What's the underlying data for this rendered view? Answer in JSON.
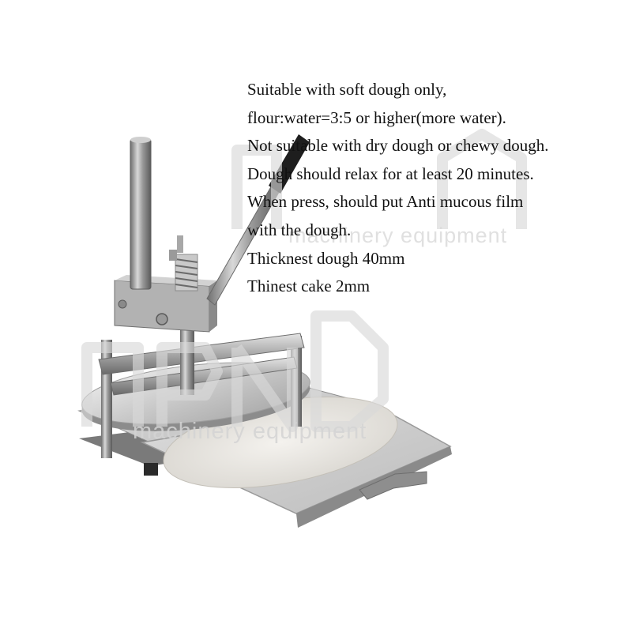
{
  "product_notes": [
    "Suitable with soft dough only,",
    "flour:water=3:5 or higher(more water).",
    "Not suitable with dry dough or chewy dough.",
    "Dough should relax for at least 20 minutes.",
    "When press, should put Anti mucous film",
    "with the dough.",
    "Thicknest dough 40mm",
    "Thinest cake 2mm"
  ],
  "watermark": {
    "text_top": "machinery equipment",
    "text_bottom": "machinery equipment"
  }
}
